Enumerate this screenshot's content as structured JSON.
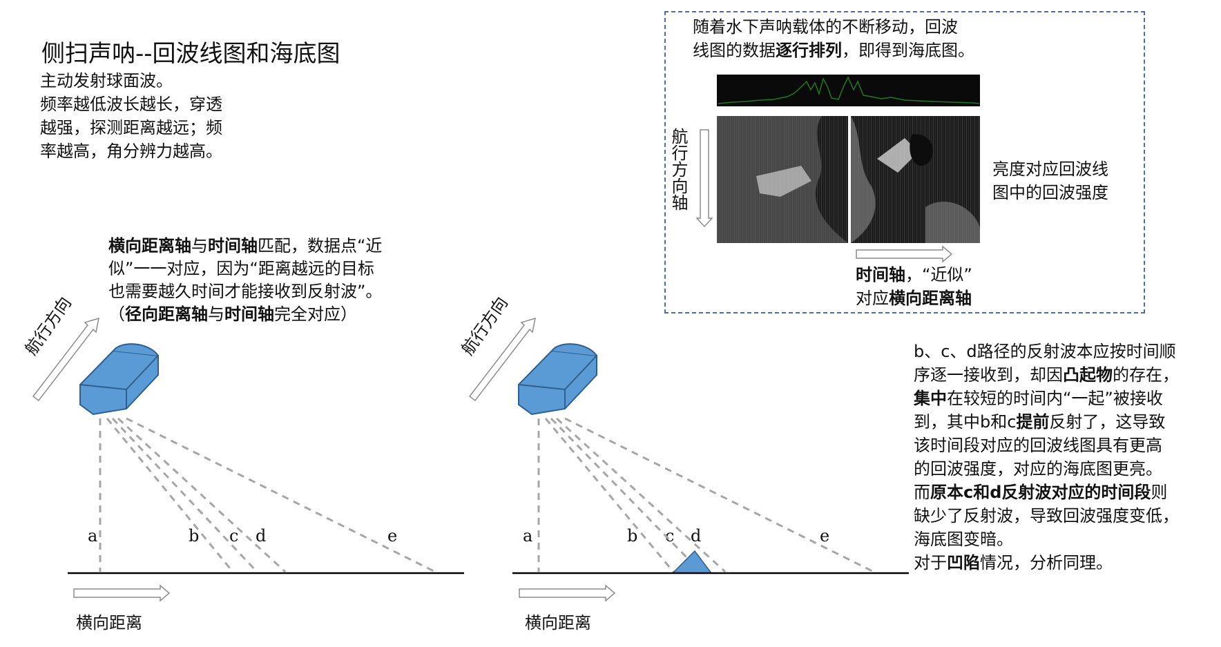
{
  "title": "侧扫声呐--回波线图和海底图",
  "intro": [
    "主动发射球面波。",
    "频率越低波长越长，穿透",
    "越强，探测距离越远；频",
    "率越高，角分辨力越高。"
  ],
  "mid": {
    "b1": "横向距离轴",
    "t1": "与",
    "b2": "时间轴",
    "t2": "匹配，数据点“近",
    "line2": "似”一一对应，因为“距离越远的目标",
    "line3": "也需要越久时间才能接收到反射波”。",
    "t3": "（",
    "b3": "径向距离轴",
    "t4": "与",
    "b4": "时间轴",
    "t5": "完全对应）"
  },
  "box": {
    "line1": "随着水下声呐载体的不断移动，回波",
    "t1": "线图的数据",
    "b1": "逐行排列",
    "t2": "，即得到海底图。",
    "bright1": "亮度对应回波线",
    "bright2": "图中的回波强度",
    "vnav": "航行方向轴",
    "time_b1": "时间轴",
    "time_t1": "，“近似”",
    "time_t2": "对应",
    "time_b2": "横向距离轴"
  },
  "right": {
    "line1": "b、c、d路径的反射波本应按时间顺",
    "t1": "序逐一接收到，却因",
    "b1": "凸起物",
    "t2": "的存在，",
    "b2": "集中",
    "t3": "在较短的时间内“一起”被接收",
    "t4": "到，其中b和c",
    "b3": "提前",
    "t5": "反射了，这导致",
    "line5": "该时间段对应的回波线图具有更高",
    "line6": "的回波强度，对应的海底图更亮。",
    "t6": "而",
    "b4": "原本c和d反射波对应的时间段",
    "t7": "则",
    "line8": "缺少了反射波，导致回波强度变低，",
    "line9": "海底图变暗。",
    "t8": "对于",
    "b5": "凹陷",
    "t9": "情况，分析同理。"
  },
  "diagram": {
    "nav_label": "航行方向",
    "distance_label": "横向距离",
    "ray_labels": [
      "a",
      "b",
      "c",
      "d",
      "e"
    ]
  },
  "colors": {
    "sonar_fill": "#5b9bd5",
    "sonar_stroke": "#2e5e8e",
    "dash": "#a6a6a6",
    "box_border": "#4a6fa5"
  }
}
